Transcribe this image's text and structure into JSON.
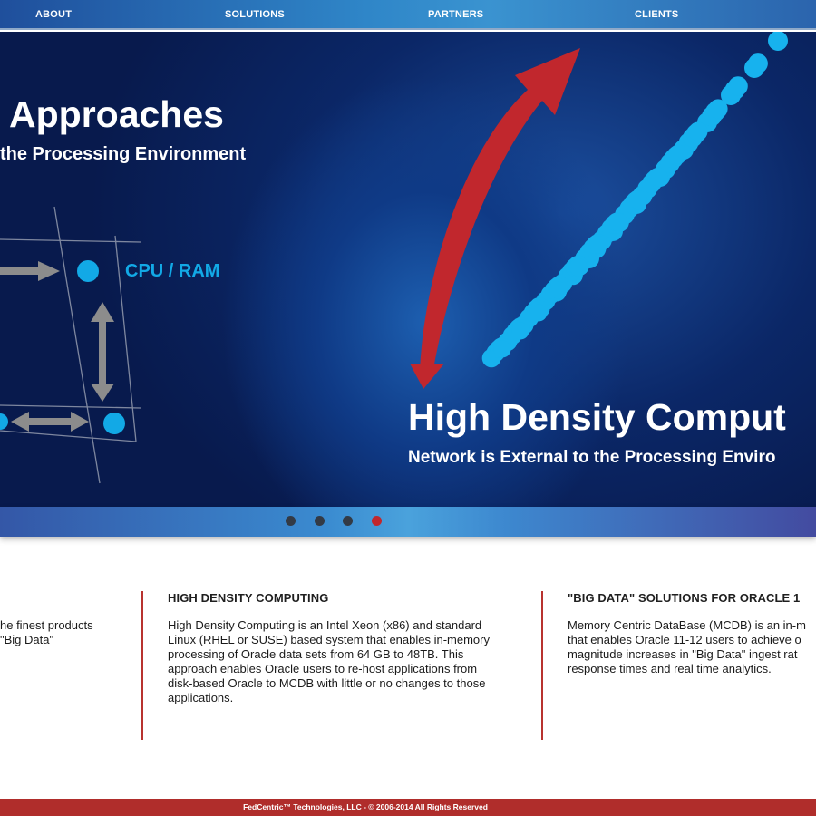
{
  "nav": {
    "items": [
      {
        "label": "ABOUT"
      },
      {
        "label": "SOLUTIONS"
      },
      {
        "label": "PARTNERS"
      },
      {
        "label": "CLIENTS"
      }
    ]
  },
  "hero": {
    "left_title": "Approaches",
    "left_subtitle": "the Processing Environment",
    "cpu_label": "CPU / RAM",
    "right_title": "High Density Comput",
    "right_subtitle": "Network is External to the Processing Enviro"
  },
  "slider": {
    "dot_count": 4,
    "active_index": 3,
    "active_color": "#c1272d",
    "inactive_color": "#333a45"
  },
  "columns": {
    "left": {
      "text": "he finest products\n\"Big Data\""
    },
    "middle": {
      "heading": "HIGH DENSITY COMPUTING",
      "text": "High Density Computing is an Intel Xeon (x86) and standard\nLinux (RHEL or SUSE) based system that enables in-memory\nprocessing of Oracle data sets from 64 GB to 48TB. This\napproach enables Oracle users to re-host applications from\ndisk-based Oracle to MCDB with little or no changes to those\napplications."
    },
    "right": {
      "heading": "\"BIG DATA\" SOLUTIONS FOR ORACLE 1",
      "text": "Memory Centric DataBase (MCDB) is an in-m\nthat enables Oracle 11-12 users to achieve o\nmagnitude increases in \"Big Data\" ingest rat\nresponse times and real time analytics."
    }
  },
  "footer": {
    "text": "FedCentric™ Technologies, LLC - © 2006-2014 All Rights Reserved"
  },
  "colors": {
    "brand_red": "#b02d2b",
    "accent_blue": "#12a9e6",
    "nav_blue": "#2f86c8"
  }
}
